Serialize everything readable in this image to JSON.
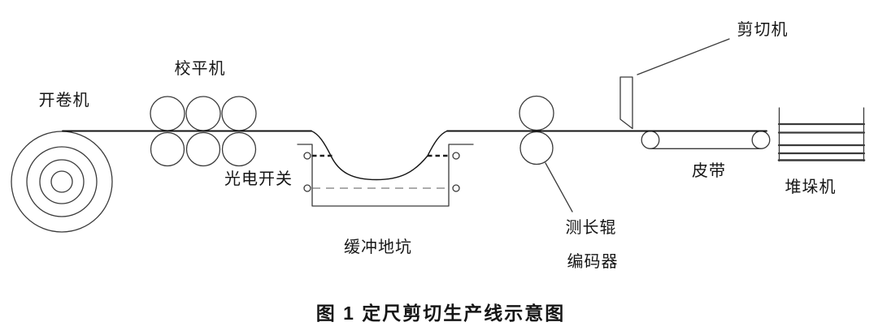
{
  "figure": {
    "caption": "图 1  定尺剪切生产线示意图",
    "components": {
      "uncoiler": {
        "label": "开卷机"
      },
      "leveler": {
        "label": "校平机"
      },
      "photoelectric_switch": {
        "label": "光电开关"
      },
      "buffer_pit": {
        "label": "缓冲地坑"
      },
      "measuring_roll": {
        "label": "测长辊"
      },
      "encoder": {
        "label": "编码器"
      },
      "shear": {
        "label": "剪切机"
      },
      "belt": {
        "label": "皮带"
      },
      "stacker": {
        "label": "堆垛机"
      }
    },
    "colors": {
      "background": "#ffffff",
      "line": "#3a3a3a",
      "strip_line": "#141414",
      "beam_dash": "#1c1c1c",
      "beam_dash_light": "#5a5a5a",
      "text": "#161616"
    }
  }
}
